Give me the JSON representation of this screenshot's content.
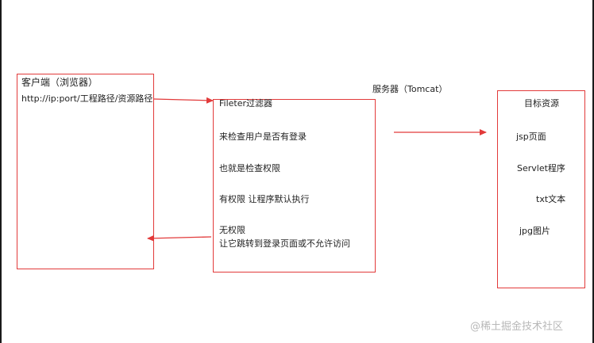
{
  "client": {
    "title": "客户端（浏览器）",
    "url": "http://ip:port/工程路径/资源路径"
  },
  "server_label": "服务器（Tomcat）",
  "filter": {
    "title": "Fileter过滤器",
    "lines": [
      "来检查用户是否有登录",
      "也就是检查权限",
      "有权限 让程序默认执行",
      "无权限",
      "让它跳转到登录页面或不允许访问"
    ]
  },
  "target": {
    "title": "目标资源",
    "items": [
      "jsp页面",
      "Servlet程序",
      "txt文本",
      "jpg图片"
    ]
  },
  "watermark": "@稀土掘金技术社区",
  "colors": {
    "box_border": "#e23a3a",
    "arrow": "#e23a3a",
    "edge": "#1a1a1a"
  }
}
